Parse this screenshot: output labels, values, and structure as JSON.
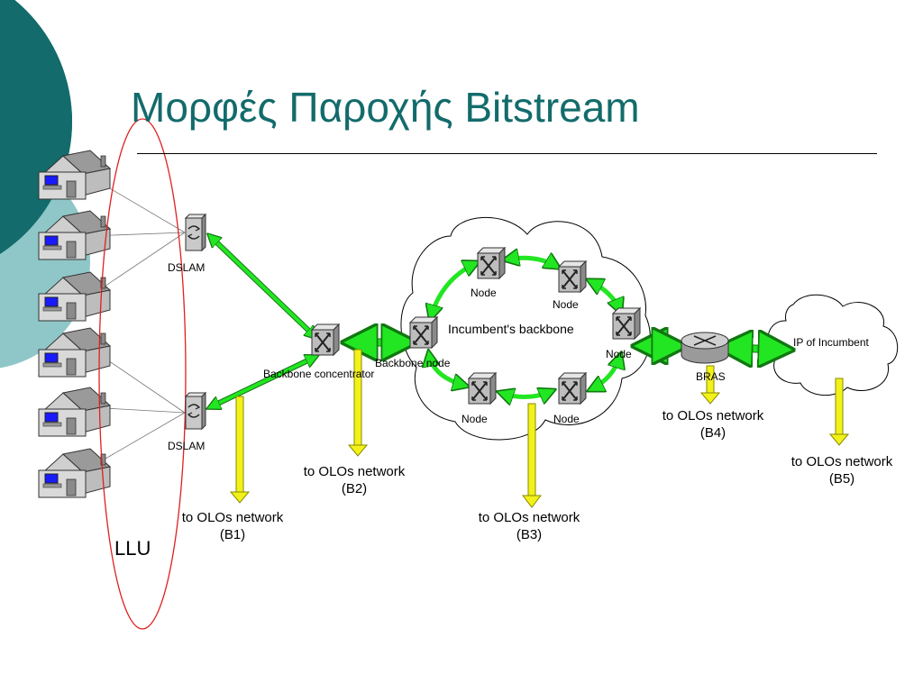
{
  "title": "Μορφές Παροχής Bitstream",
  "labels": {
    "dslam_top": "DSLAM",
    "dslam_bottom": "DSLAM",
    "backbone_concentrator": "Backbone concentrator",
    "backbone_node": "Backbone node",
    "incumbent_backbone": "Incumbent's backbone",
    "node_1": "Node",
    "node_2": "Node",
    "node_3": "Node",
    "node_4": "Node",
    "node_5": "Node",
    "bras": "BRAS",
    "ip_cloud": "IP of Incumbent",
    "llu": "LLU"
  },
  "olo_outputs": [
    {
      "line1": "to OLOs network",
      "line2": "(B1)"
    },
    {
      "line1": "to OLOs network",
      "line2": "(B2)"
    },
    {
      "line1": "to OLOs network",
      "line2": "(B3)"
    },
    {
      "line1": "to OLOs network",
      "line2": "(B4)"
    },
    {
      "line1": "to OLOs network",
      "line2": "(B5)"
    }
  ],
  "colors": {
    "title": "#136b6b",
    "teal_dark": "#136b6b",
    "teal_light": "#8fc7c8",
    "green_link": "#22e622",
    "yellow_arrow": "#f2f21a",
    "llu_ellipse": "#e02020"
  },
  "icons": [
    "house-icon",
    "dslam-icon",
    "switch-icon",
    "router-icon",
    "cloud-icon"
  ]
}
